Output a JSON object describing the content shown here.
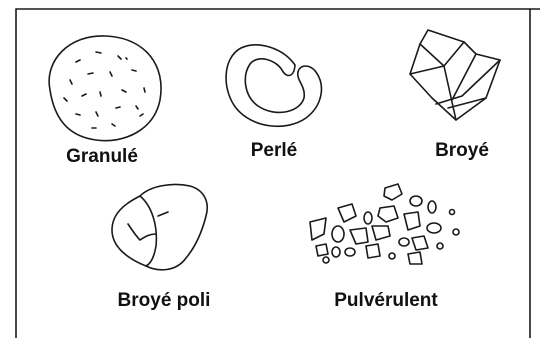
{
  "figure": {
    "items": [
      {
        "id": "granule",
        "label": "Granulé",
        "icon": "granule-shape"
      },
      {
        "id": "perle",
        "label": "Perlé",
        "icon": "pearl-shape"
      },
      {
        "id": "broye",
        "label": "Broyé",
        "icon": "crushed-shape"
      },
      {
        "id": "broye-poli",
        "label": "Broyé poli",
        "icon": "polished-crushed-shape"
      },
      {
        "id": "pulverulent",
        "label": "Pulvérulent",
        "icon": "powder-shape"
      }
    ]
  }
}
